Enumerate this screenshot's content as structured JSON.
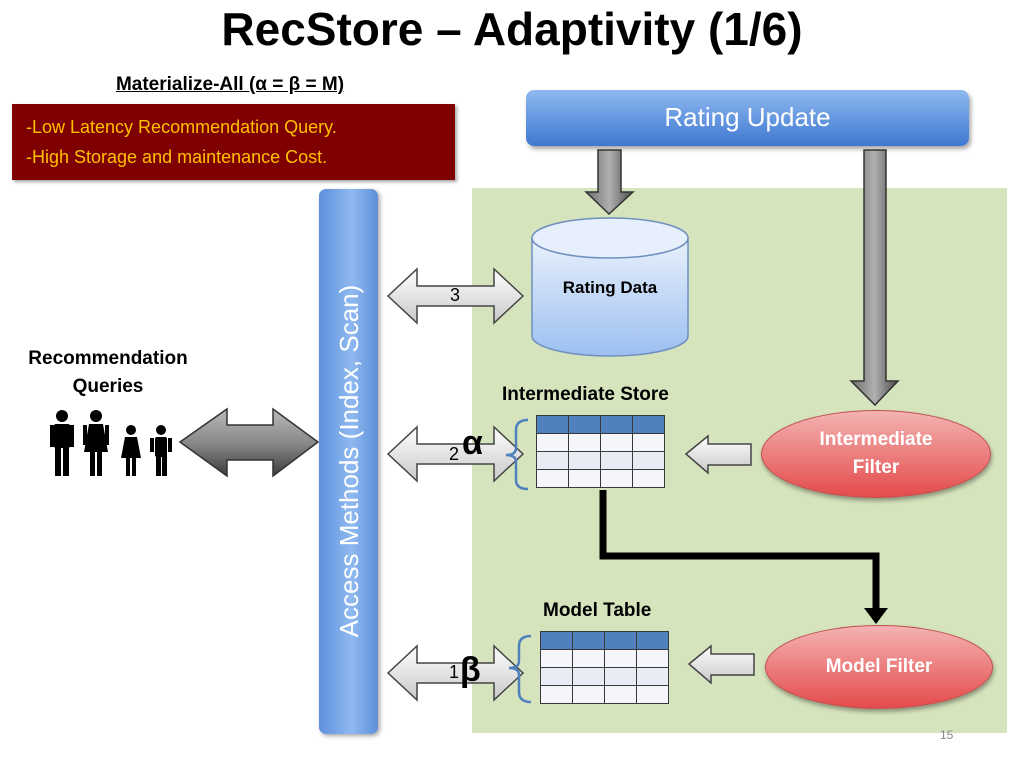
{
  "slide": {
    "title": "RecStore – Adaptivity (1/6)",
    "subtitle": "Materialize-All (α = β = M)",
    "notes": [
      "-Low Latency Recommendation Query.",
      "-High Storage and maintenance Cost."
    ],
    "page_number": "15"
  },
  "diagram": {
    "rating_update": "Rating Update",
    "access_methods": "Access Methods (Index, Scan)",
    "recommendation_queries": [
      "Recommendation",
      "Queries"
    ],
    "rating_data": "Rating Data",
    "intermediate_store": "Intermediate Store",
    "intermediate_filter": [
      "Intermediate",
      "Filter"
    ],
    "model_table": "Model Table",
    "model_filter": "Model Filter",
    "arrow_numbers": {
      "a3": "3",
      "a2": "2",
      "a1": "1"
    },
    "alpha": "α",
    "beta": "β"
  },
  "colors": {
    "red_box": "#7f0000",
    "note_text": "#ffc000",
    "green_panel": "#d6e4bd",
    "blue_bar": "#4f81bd",
    "filter_red": "#e44b4b"
  },
  "icons": [
    "people-icon",
    "double-arrow-icon",
    "down-arrow-icon",
    "left-arrow-icon",
    "cylinder-icon",
    "brace-icon"
  ]
}
